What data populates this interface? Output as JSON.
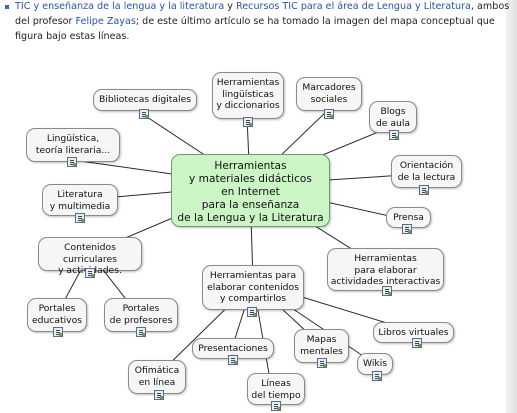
{
  "intro": {
    "link1": "TIC y enseñanza de la lengua y la literatura",
    "y": " y ",
    "link2": "Recursos TIC para el área de Lengua y Literatura",
    "after_link2": ", ambos",
    "profesor_prefix": "del profesor ",
    "link3": "Felipe Zayas",
    "after_link3": "; de este último artículo se ha tomado la imagen del mapa conceptual que",
    "line3": "figura bajo estas líneas."
  },
  "concept_map": {
    "center": "Herramientas\ny materiales didácticos\nen Internet\npara la enseñanza\nde la Lengua y la Literatura",
    "bibliotecas": "Bibliotecas digitales",
    "herramientas_ling": "Herramientas\nlingüísticas\ny diccionarios",
    "marcadores": "Marcadores\nsociales",
    "blogs": "Blogs\nde aula",
    "linguistica": "Lingüística,\nteoría literaria...",
    "orientacion": "Orientación\nde la lectura",
    "literatura": "Literatura\ny multimedia",
    "prensa": "Prensa",
    "contenidos": "Contenidos curriculares\ny actividades.",
    "herramientas_act": "Herramientas\npara elaborar\nactividades interactivas",
    "herramientas_comp": "Herramientas para\nelaborar contenidos\ny compartirlos",
    "portales_edu": "Portales\neducativos",
    "portales_prof": "Portales\nde profesores",
    "libros": "Libros virtuales",
    "presentaciones": "Presentaciones",
    "mapas": "Mapas\nmentales",
    "wikis": "Wikis",
    "ofimatica": "Ofimática\nen línea",
    "lineas": "Líneas\ndel tiempo"
  }
}
